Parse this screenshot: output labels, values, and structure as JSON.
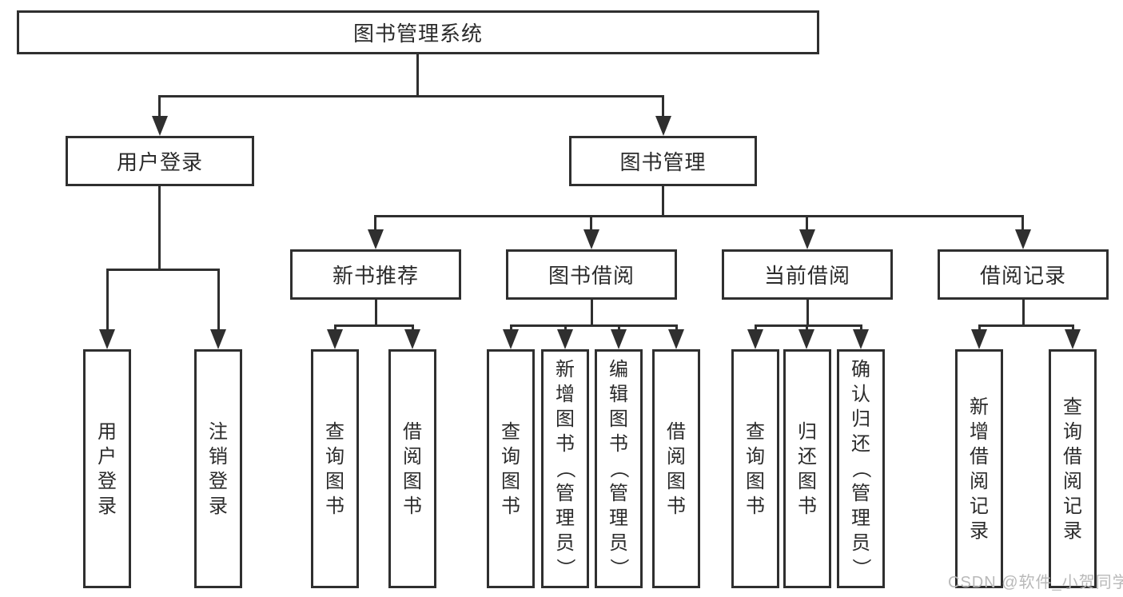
{
  "colors": {
    "line": "#2f2f2f",
    "text": "#2b2b2b",
    "watermark": "#b9b9b9",
    "background": "#ffffff"
  },
  "watermark": {
    "text": "CSDN @软件_小贺同学"
  },
  "tree": {
    "root": {
      "label": "图书管理系统"
    },
    "user_login": {
      "label": "用户登录",
      "children": [
        "用户登录",
        "注销登录"
      ]
    },
    "book_mgmt": {
      "label": "图书管理",
      "sections": [
        {
          "label": "新书推荐",
          "children": [
            "查询图书",
            "借阅图书"
          ]
        },
        {
          "label": "图书借阅",
          "children": [
            "查询图书",
            "新增图书（管理员）",
            "编辑图书（管理员）",
            "借阅图书"
          ]
        },
        {
          "label": "当前借阅",
          "children": [
            "查询图书",
            "归还图书",
            "确认归还（管理员）"
          ]
        },
        {
          "label": "借阅记录",
          "children": [
            "新增借阅记录",
            "查询借阅记录"
          ]
        }
      ]
    }
  }
}
